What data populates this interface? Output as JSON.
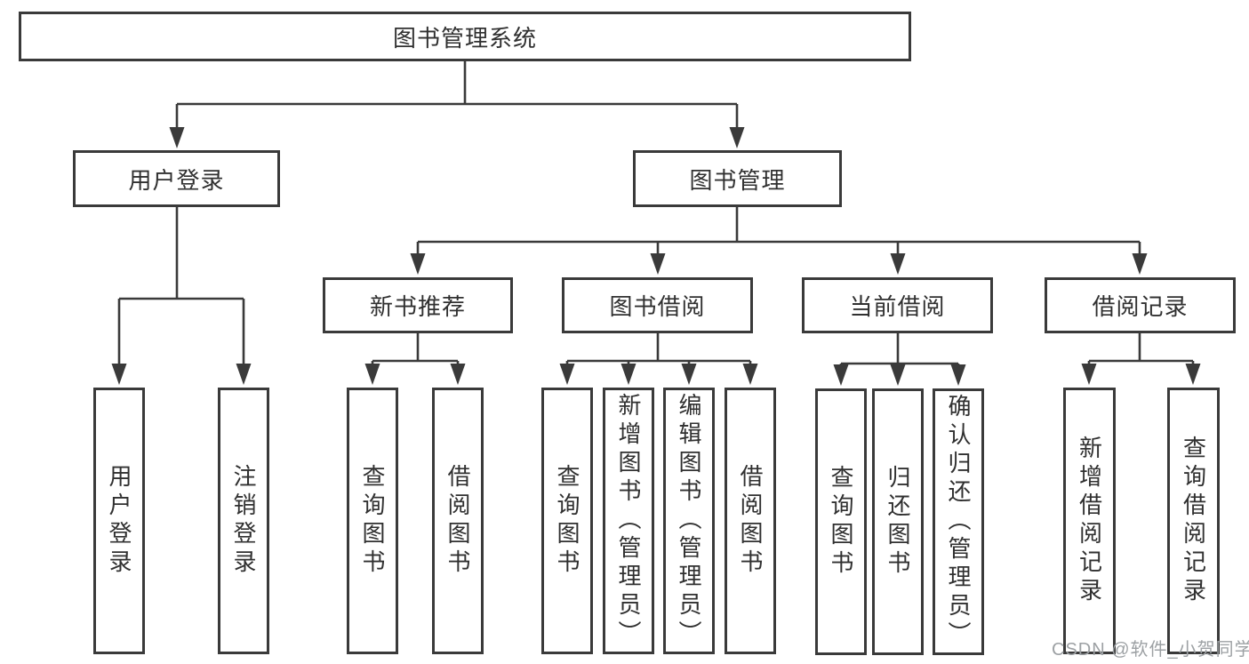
{
  "nodes": {
    "root": "图书管理系统",
    "user_login": "用户登录",
    "book_management": "图书管理",
    "new_book_recommend": "新书推荐",
    "book_borrow": "图书借阅",
    "current_borrow": "当前借阅",
    "borrow_records": "借阅记录",
    "leaf_user_login": "用户登录",
    "leaf_logout": "注销登录",
    "leaf_query_books_1": "查询图书",
    "leaf_borrow_books_1": "借阅图书",
    "leaf_query_books_2": "查询图书",
    "leaf_add_books_admin": "新增图书（管理员）",
    "leaf_edit_books_admin": "编辑图书（管理员）",
    "leaf_borrow_books_2": "借阅图书",
    "leaf_query_books_3": "查询图书",
    "leaf_return_books": "归还图书",
    "leaf_confirm_return_admin": "确认归还（管理员）",
    "leaf_add_borrow_record": "新增借阅记录",
    "leaf_query_borrow_record": "查询借阅记录"
  },
  "watermark": {
    "text": "CSDN @软件_小贺同学"
  },
  "colors": {
    "line": "#3a3a3a",
    "box_border": "#3a3a3a",
    "text": "#303030",
    "watermark": "#9da1a4",
    "background": "#ffffff"
  }
}
